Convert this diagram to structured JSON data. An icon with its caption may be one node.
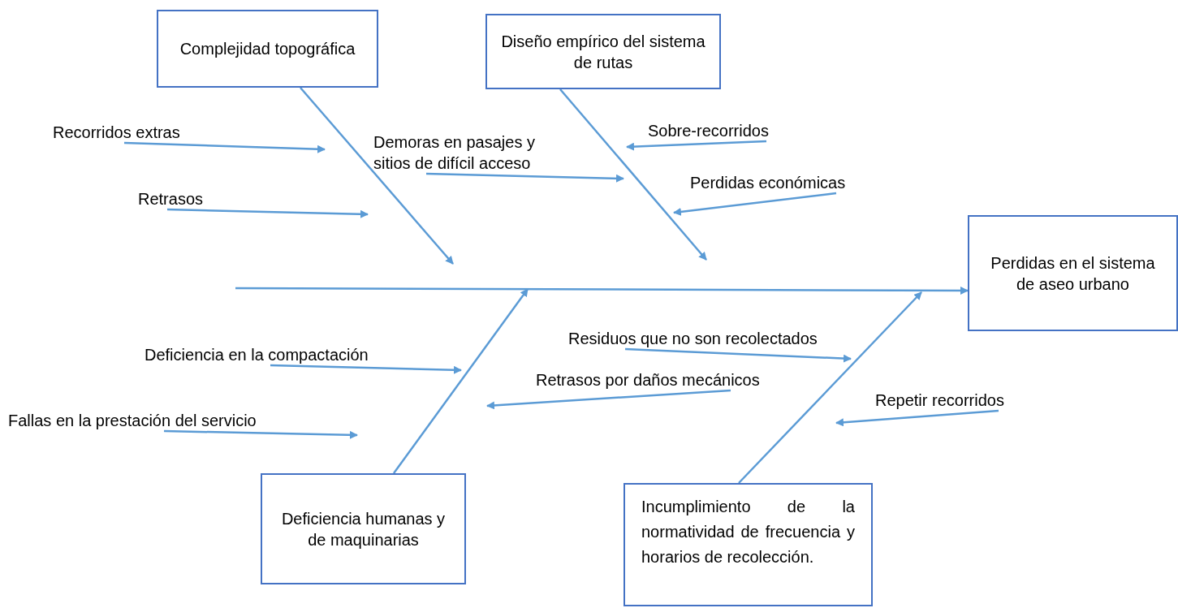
{
  "diagram": {
    "nodes": [
      {
        "text": [
          "Complejidad topográfica"
        ]
      },
      {
        "text": [
          "Diseño empírico del sistema de rutas"
        ]
      },
      {
        "text": [
          "Recorridos extras"
        ]
      },
      {
        "text": [
          "Demoras en pasajes y sitios de difícil acceso"
        ]
      },
      {
        "text": [
          "Sobre-recorridos"
        ]
      },
      {
        "text": [
          "Retrasos"
        ]
      },
      {
        "text": [
          "Perdidas económicas"
        ]
      },
      {
        "text": [
          "Perdidas en el sistema de aseo urbano"
        ]
      },
      {
        "text": [
          "Deficiencia en la compactación"
        ]
      },
      {
        "text": [
          "Residuos que no son recolectados"
        ]
      },
      {
        "text": [
          "Retrasos por daños mecánicos"
        ]
      },
      {
        "text": [
          "Fallas en la prestación del servicio"
        ]
      },
      {
        "text": [
          "Repetir recorridos"
        ]
      },
      {
        "text": [
          "Deficiencia humanas y de maquinarias"
        ]
      },
      {
        "text": [
          "Incumplimiento de la normatividad de frecuencia y horarios de recolección."
        ]
      }
    ],
    "edges": [
      {
        "from": 0,
        "to": null,
        "arrow": "to"
      },
      {
        "from": 1,
        "to": null,
        "arrow": "to"
      },
      {
        "from": 13,
        "to": null,
        "arrow": "to"
      },
      {
        "from": 14,
        "to": null,
        "arrow": "to"
      },
      {
        "from": null,
        "to": 7,
        "arrow": "to"
      },
      {
        "from": 2,
        "to": null,
        "arrow": "to"
      },
      {
        "from": 5,
        "to": null,
        "arrow": "to"
      },
      {
        "from": 3,
        "to": null,
        "arrow": "to"
      },
      {
        "from": 4,
        "to": null,
        "arrow": "to"
      },
      {
        "from": 6,
        "to": null,
        "arrow": "to"
      },
      {
        "from": 8,
        "to": null,
        "arrow": "to"
      },
      {
        "from": 11,
        "to": null,
        "arrow": "to"
      },
      {
        "from": 9,
        "to": null,
        "arrow": "to"
      },
      {
        "from": 10,
        "to": null,
        "arrow": "to"
      },
      {
        "from": 12,
        "to": null,
        "arrow": "to"
      }
    ]
  }
}
